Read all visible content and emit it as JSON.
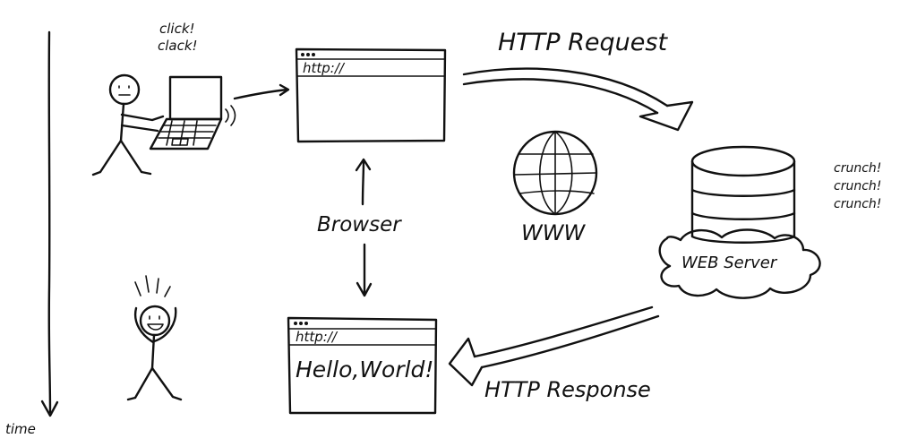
{
  "labels": {
    "click": "click!",
    "clack": "clack!",
    "address_top": "http://",
    "address_bottom": "http://",
    "page_content": "Hello,World!",
    "http_request": "HTTP Request",
    "http_response": "HTTP Response",
    "browser": "Browser",
    "www": "WWW",
    "web_server": "WEB Server",
    "crunch_1": "crunch!",
    "crunch_2": "crunch!",
    "crunch_3": "crunch!",
    "time": "time"
  },
  "colors": {
    "ink": "#111111",
    "background": "#ffffff"
  }
}
